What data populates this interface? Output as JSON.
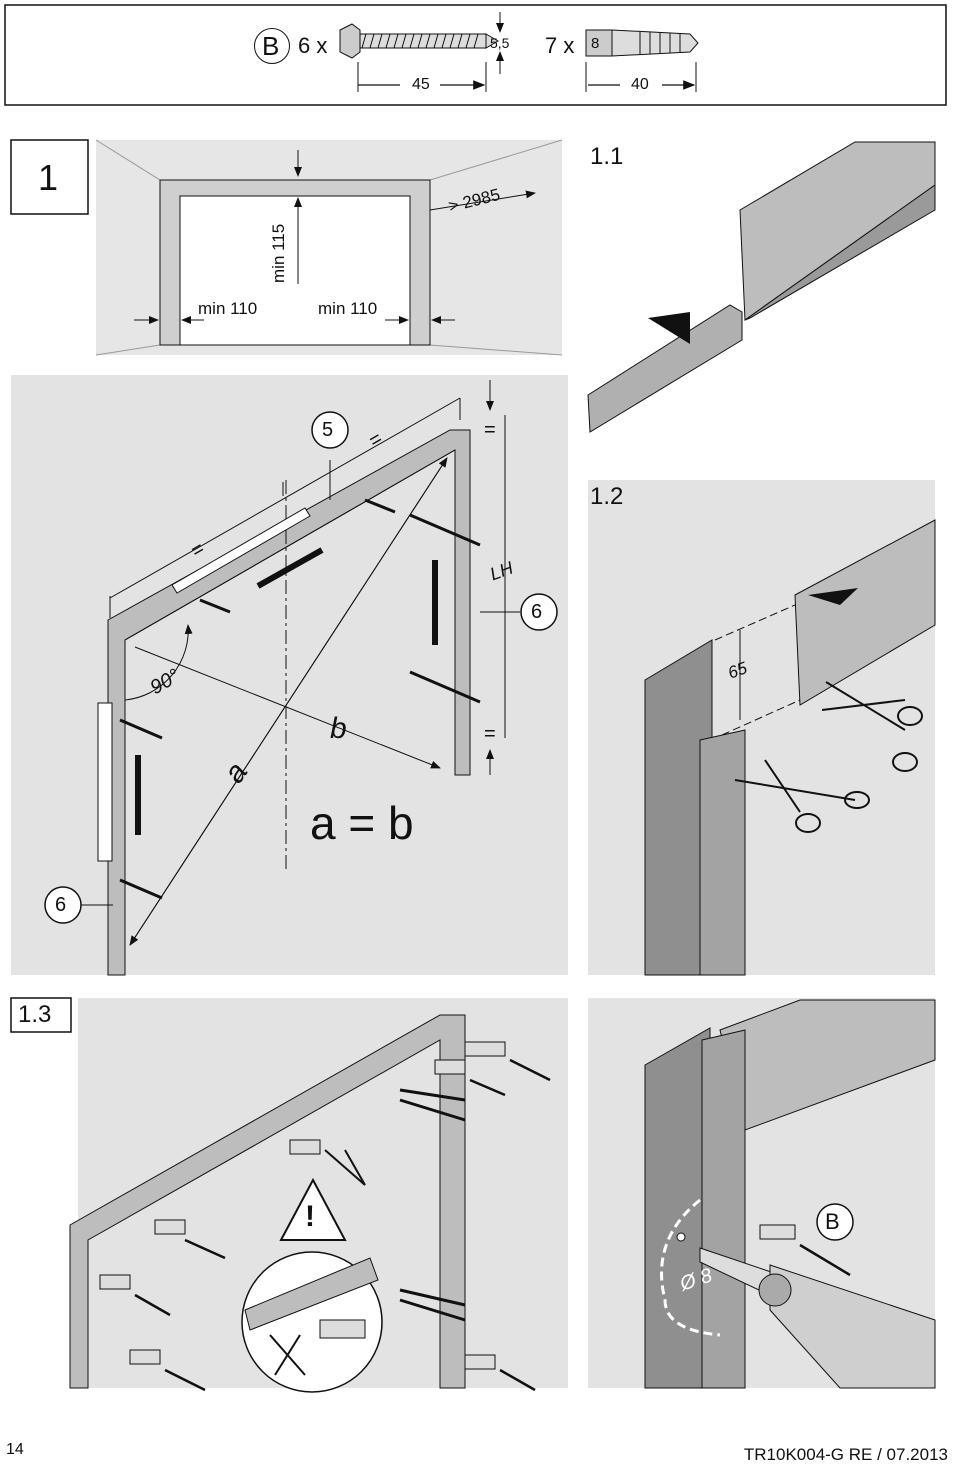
{
  "hardware": {
    "part_b_letter": "B",
    "screw_qty": "6 x",
    "screw_diameter": "5,5",
    "screw_length": "45",
    "plug_qty": "7 x",
    "plug_size": "8",
    "plug_length": "40"
  },
  "step1": {
    "number": "1",
    "min_top": "min 115",
    "min_left": "min 110",
    "min_right": "min 110",
    "width": "> 2985",
    "callout_5": "5",
    "callout_6_right": "6",
    "callout_6_left": "6",
    "eq": "=",
    "angle": "90°",
    "diag_a": "a",
    "diag_b": "b",
    "equation": "a = b",
    "lh": "LH"
  },
  "step1_1": {
    "label": "1.1"
  },
  "step1_2": {
    "label": "1.2",
    "dim": "65"
  },
  "step1_3": {
    "label": "1.3",
    "drill": "Ø 8",
    "part_b": "B",
    "warning": "!"
  },
  "footer": {
    "page": "14",
    "doc": "TR10K004-G  RE / 07.2013"
  },
  "icons": [
    "screw-icon",
    "wall-plug-icon",
    "spirit-level-icon",
    "scissors-icon",
    "drill-icon",
    "warning-icon",
    "arrow-icon"
  ]
}
